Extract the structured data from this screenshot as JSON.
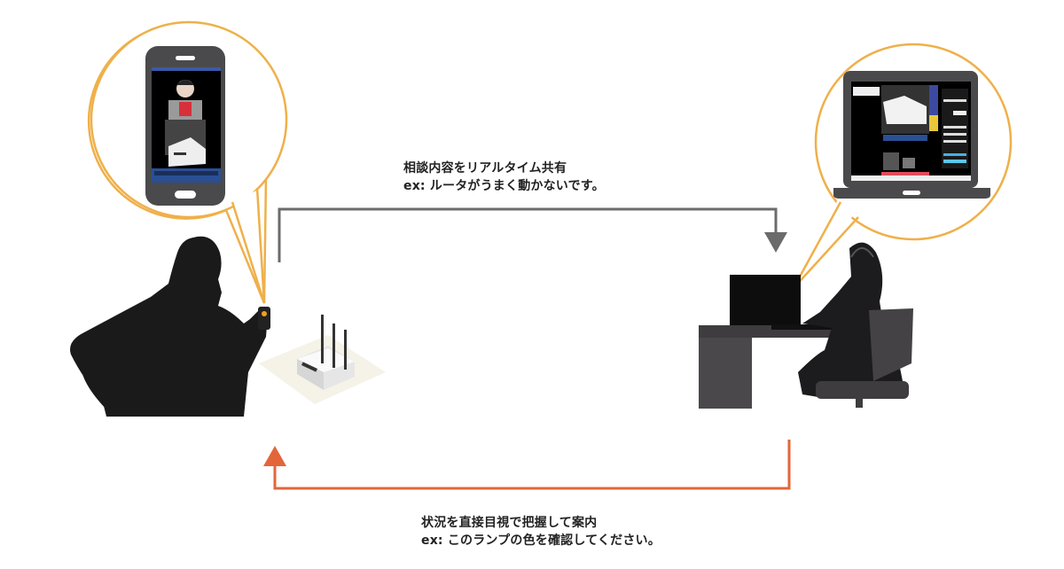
{
  "top_flow": {
    "title": "相談内容をリアルタイム共有",
    "example": "ex: ルータがうまく動かないです。"
  },
  "bottom_flow": {
    "title": "状況を直接目視で把握して案内",
    "example": "ex: このランプの色を確認してください。"
  },
  "colors": {
    "top_arrow": "#6b6b6b",
    "bottom_arrow": "#e2663a",
    "bubble_outline": "#efb04a",
    "silhouette": "#1a1a1a",
    "device": "#4a4a4c"
  }
}
